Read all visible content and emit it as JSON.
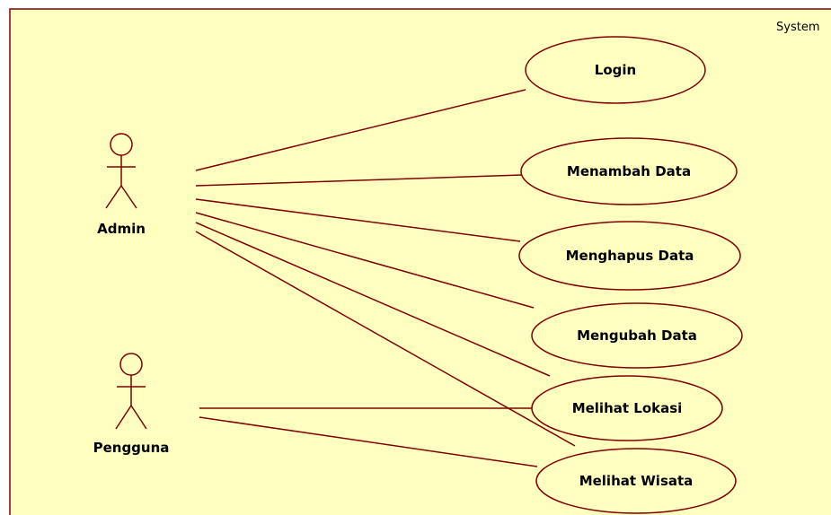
{
  "diagram": {
    "type": "use-case",
    "system_label": "System",
    "colors": {
      "background": "#ffffc0",
      "stroke": "#800000",
      "text": "#000000"
    },
    "actors": [
      {
        "id": "admin",
        "label": "Admin"
      },
      {
        "id": "pengguna",
        "label": "Pengguna"
      }
    ],
    "use_cases": [
      {
        "id": "login",
        "label": "Login"
      },
      {
        "id": "menambah",
        "label": "Menambah Data"
      },
      {
        "id": "menghapus",
        "label": "Menghapus Data"
      },
      {
        "id": "mengubah",
        "label": "Mengubah Data"
      },
      {
        "id": "lokasi",
        "label": "Melihat Lokasi"
      },
      {
        "id": "wisata",
        "label": "Melihat Wisata"
      }
    ],
    "associations": [
      {
        "actor": "admin",
        "use_case": "login"
      },
      {
        "actor": "admin",
        "use_case": "menambah"
      },
      {
        "actor": "admin",
        "use_case": "menghapus"
      },
      {
        "actor": "admin",
        "use_case": "mengubah"
      },
      {
        "actor": "admin",
        "use_case": "lokasi"
      },
      {
        "actor": "admin",
        "use_case": "wisata"
      },
      {
        "actor": "pengguna",
        "use_case": "lokasi"
      },
      {
        "actor": "pengguna",
        "use_case": "wisata"
      }
    ]
  }
}
